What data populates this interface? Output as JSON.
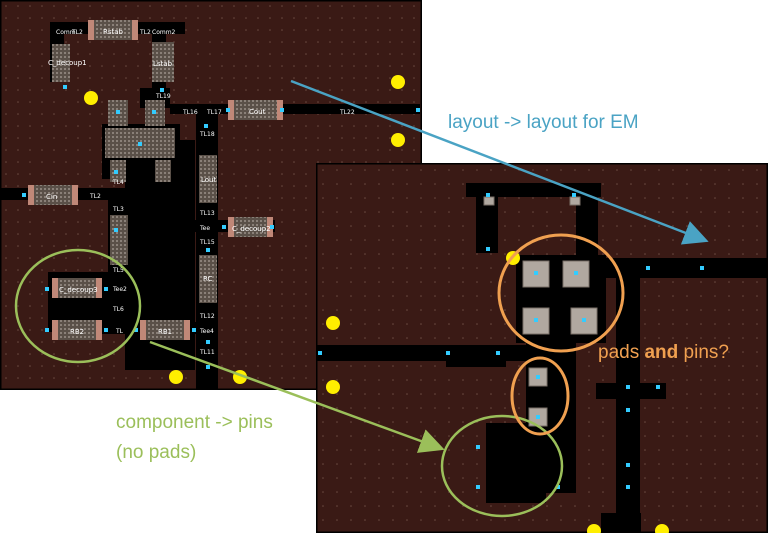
{
  "colors": {
    "substrate": "#3a1a15",
    "trace": "#000000",
    "pad": "#b0a8a0",
    "pin": "#33ccff",
    "via": "#ffee00",
    "teal": "#4aa3c4",
    "orange": "#f0a050",
    "green": "#9bbf5a"
  },
  "left_layout": {
    "labels": {
      "comm1": "Comm",
      "tl2_top": "TL2",
      "rstab": "Rstab",
      "tl2_top2": "TL2",
      "comm2": "Comm2",
      "c_decoup1": "C_decoup1",
      "lstab": "Lstab",
      "tl19": "TL19",
      "tl16": "TL16",
      "tl17": "TL17",
      "cout": "Cout",
      "tl22": "TL22",
      "tl18": "TL18",
      "cin": "Cin",
      "tl2": "TL2",
      "tl4": "TL4",
      "lout": "Lout",
      "tl3": "TL3",
      "tl13": "TL13",
      "tee": "Tee",
      "c_decoup2": "C_decoup2",
      "tl15": "TL15",
      "tl5": "TL5",
      "rc": "RC",
      "c_decoup3": "C_decoup3",
      "tl_tee2": "Tee2",
      "tl6": "TL6",
      "tl12": "TL12",
      "rb2": "RB2",
      "tl_mid": "TL",
      "rb1": "RB1",
      "tee4": "Tee4",
      "tl11": "TL11"
    }
  },
  "annotations": {
    "layout_em": "layout -> layout for EM",
    "pads_prefix": "pads ",
    "pads_bold": "and",
    "pads_suffix": " pins?",
    "component_line1": "component -> pins",
    "component_line2": "(no pads)"
  }
}
